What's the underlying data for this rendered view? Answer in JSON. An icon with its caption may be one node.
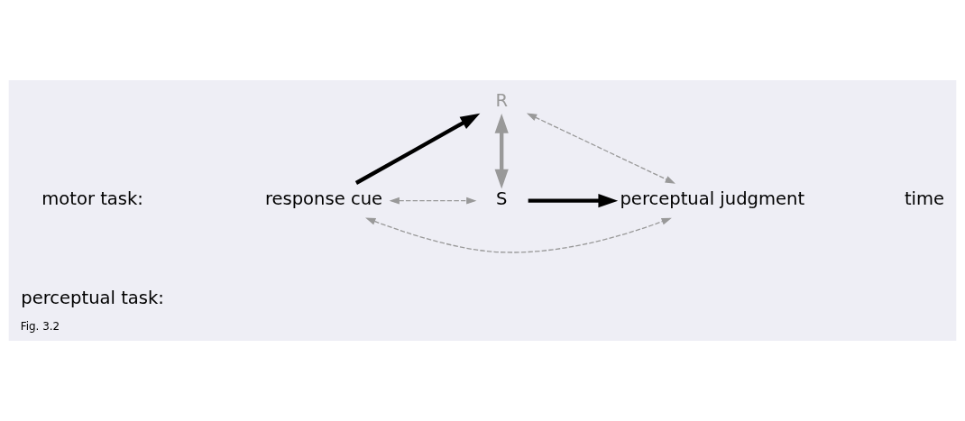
{
  "diagram": {
    "caption": "Fig. 3.2",
    "nodes": [
      {
        "text": [
          "response cue"
        ]
      },
      {
        "text": [
          "R"
        ]
      },
      {
        "text": [
          "S"
        ]
      },
      {
        "text": [
          "perceptual judgment"
        ]
      }
    ],
    "edges": [
      {
        "from": 0,
        "to": 1,
        "arrow": "to",
        "style": "thick",
        "color": "#000000"
      },
      {
        "from": 1,
        "to": 2,
        "arrow": "both",
        "style": "thick"
      },
      {
        "from": 0,
        "to": 2,
        "arrow": "both",
        "style": "dashed"
      },
      {
        "from": 0,
        "to": 3,
        "arrow": "both",
        "style": "dashed"
      },
      {
        "from": 1,
        "to": 3,
        "arrow": "both",
        "style": "dashed"
      },
      {
        "from": 2,
        "to": 3,
        "arrow": "to",
        "style": "thick",
        "color": "#000000"
      }
    ],
    "labels": [
      "motor task:",
      "perceptual task:",
      "time"
    ]
  }
}
